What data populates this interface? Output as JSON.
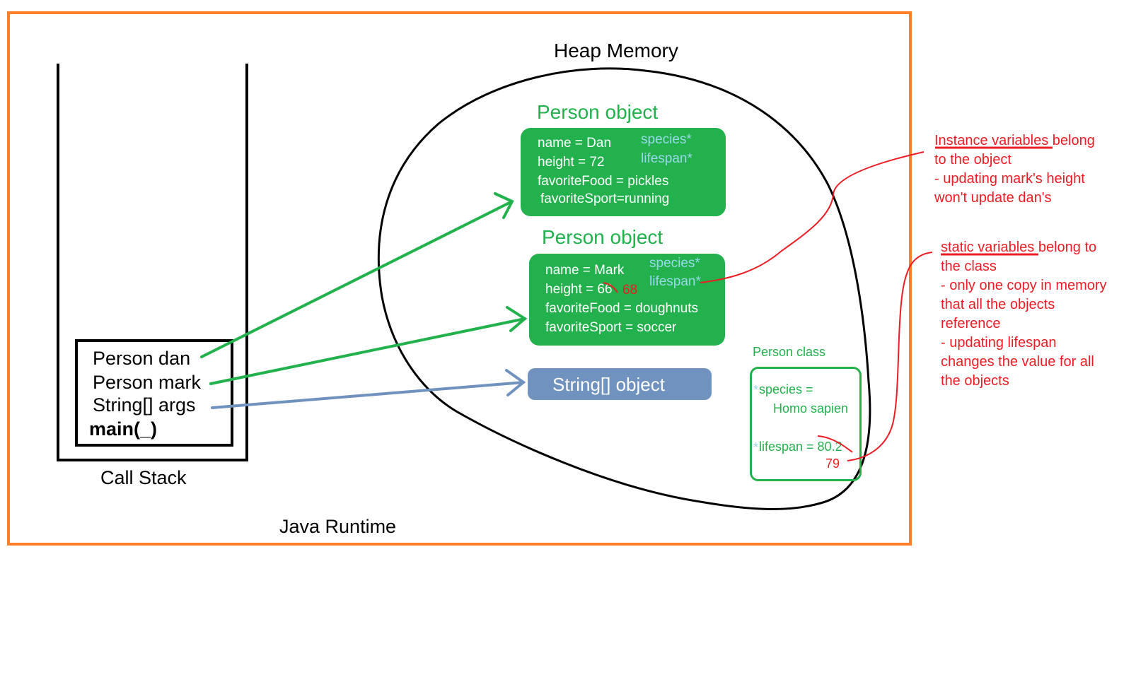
{
  "runtime": {
    "label": "Java Runtime"
  },
  "call_stack": {
    "label": "Call Stack",
    "frame": {
      "lines": [
        "Person dan",
        "Person mark",
        "String[] args"
      ],
      "method": "main(_)"
    }
  },
  "heap": {
    "label": "Heap Memory",
    "person_dan": {
      "title": "Person object",
      "fields": [
        "name = Dan",
        "height = 72",
        "favoriteFood = pickles",
        "favoriteSport=running"
      ],
      "static_refs": [
        "species*",
        "lifespan*"
      ]
    },
    "person_mark": {
      "title": "Person object",
      "fields": [
        "name = Mark",
        "height = 66",
        "favoriteFood = doughnuts",
        "favoriteSport = soccer"
      ],
      "height_new": "68",
      "static_refs": [
        "species*",
        "lifespan*"
      ]
    },
    "string_array": {
      "label": "String[] object"
    },
    "person_class": {
      "title": "Person class",
      "species_label": "species =",
      "species_value": "Homo sapien",
      "lifespan_label": "lifespan = 80.2",
      "lifespan_new": "79",
      "star": "*"
    }
  },
  "notes": {
    "instance": {
      "highlight": "Instance variables",
      "rest": " belong",
      "lines": [
        "to the object",
        "- updating mark's height",
        "won't update dan's"
      ]
    },
    "static": {
      "highlight": "static variables",
      "rest": " belong to",
      "lines": [
        "the class",
        "- only one copy in memory",
        "that all the objects",
        "reference",
        "- updating lifespan",
        "changes the value for all",
        "the objects"
      ]
    }
  },
  "colors": {
    "frame_orange": "#ff7f27",
    "green": "#22b14c",
    "blue": "#7092be",
    "red": "#ed1c24",
    "cyan": "#99d9ea"
  }
}
